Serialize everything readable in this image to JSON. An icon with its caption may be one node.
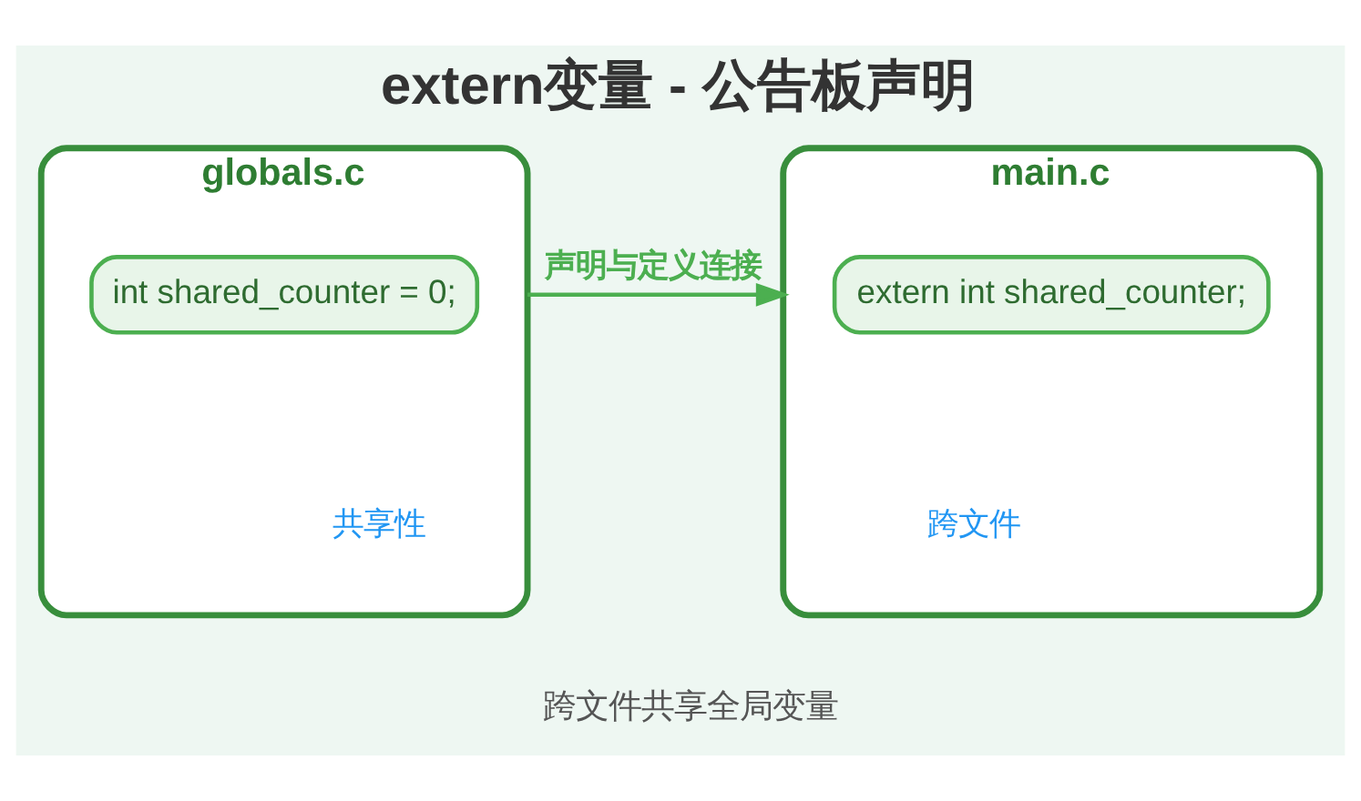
{
  "diagram": {
    "title": "extern变量 - 公告板声明",
    "caption": "跨文件共享全局变量",
    "nodes": [
      {
        "text": [
          "globals.c"
        ]
      },
      {
        "text": [
          "int shared_counter = 0;"
        ],
        "in": 0
      },
      {
        "text": [
          "main.c"
        ]
      },
      {
        "text": [
          "extern int shared_counter;"
        ],
        "in": 2
      }
    ],
    "edges": [
      {
        "from": 0,
        "to": 2,
        "arrow": "to",
        "label": "声明与定义连接"
      }
    ],
    "labels": [
      "共享性",
      "跨文件"
    ]
  }
}
